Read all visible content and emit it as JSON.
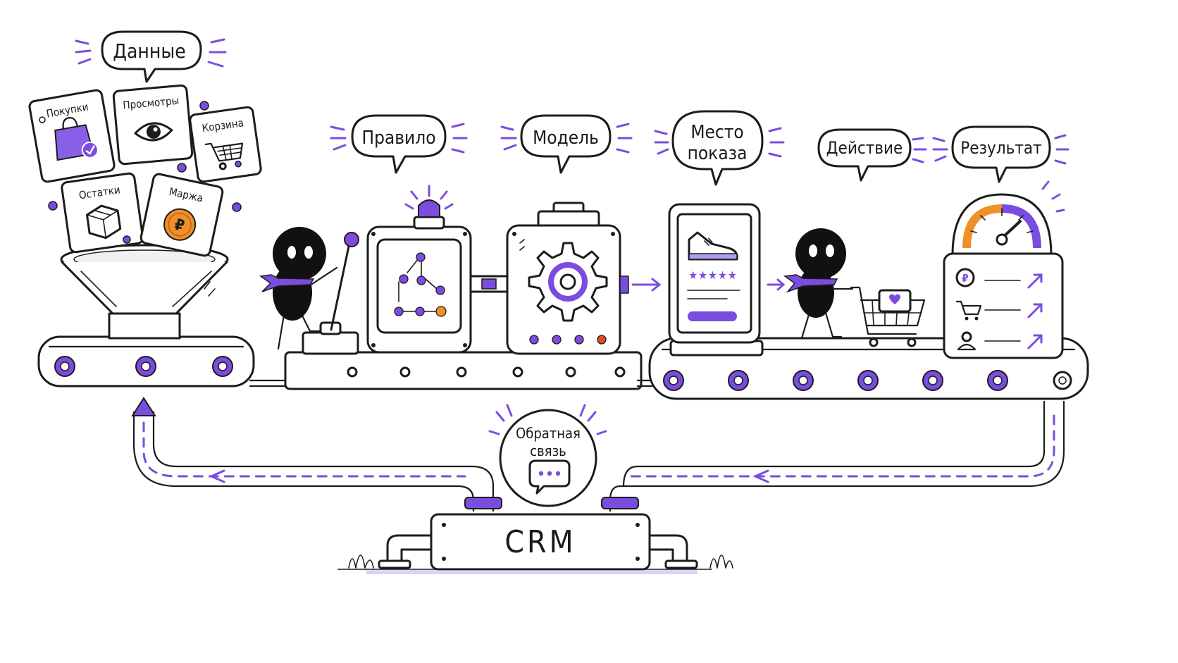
{
  "colors": {
    "accent": "#7b4ce0",
    "ink": "#1c1c1c",
    "orange": "#f0902a",
    "background": "#ffffff"
  },
  "bubbles": {
    "data": "Данные",
    "rule": "Правило",
    "model": "Модель",
    "placement_line1": "Место",
    "placement_line2": "показа",
    "action": "Действие",
    "result": "Результат",
    "feedback_line1": "Обратная",
    "feedback_line2": "связь"
  },
  "cards": {
    "purchases": "Покупки",
    "views": "Просмотры",
    "cart": "Корзина",
    "stock": "Остатки",
    "margin": "Маржа"
  },
  "crm": {
    "label": "CRM"
  },
  "icons": {
    "purchases": "shopping-bag-icon",
    "views": "eye-icon",
    "cart": "cart-icon",
    "stock": "box-icon",
    "margin": "ruble-coin-icon",
    "model": "gear-icon",
    "placement": "sneaker-icon",
    "result": "speedometer-icon",
    "feedback": "chat-icon"
  }
}
